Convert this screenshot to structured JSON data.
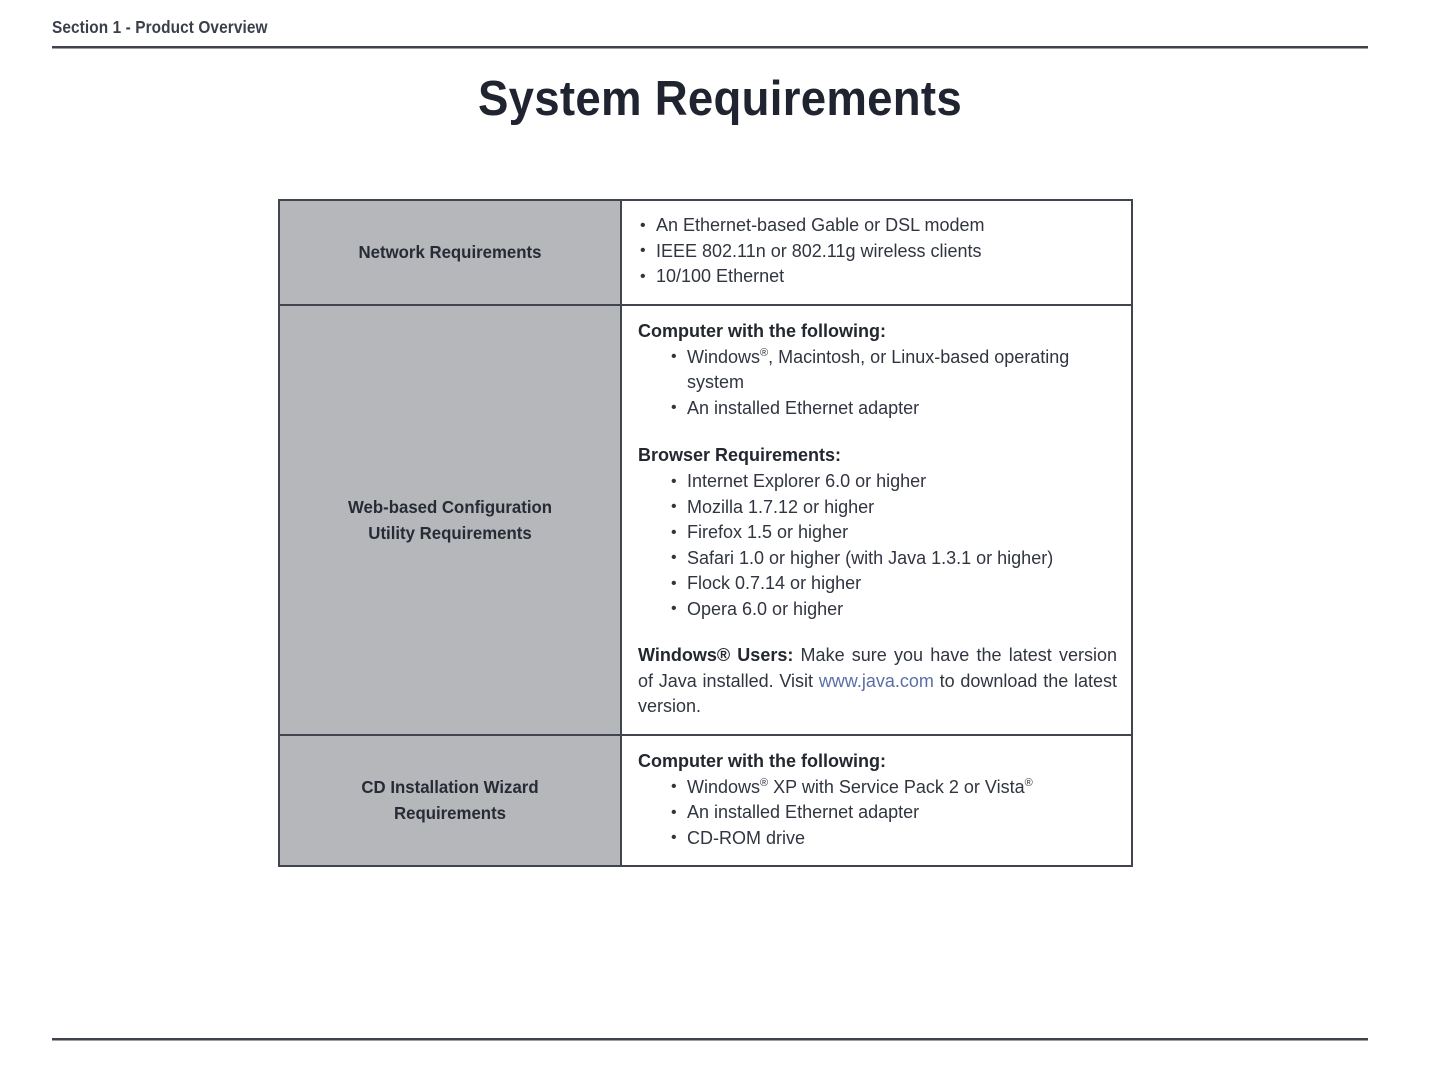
{
  "header": {
    "section_label": "Section 1 - Product Overview"
  },
  "title": "System Requirements",
  "table": {
    "rows": [
      {
        "label": "Network Requirements",
        "blocks": [
          {
            "heading": null,
            "indented": false,
            "bullets": [
              "An Ethernet-based Gable or DSL modem",
              "IEEE 802.11n or 802.11g wireless clients",
              "10/100 Ethernet"
            ]
          }
        ]
      },
      {
        "label_line1": "Web-based Configuration",
        "label_line2": "Utility Requirements",
        "blocks": [
          {
            "heading": "Computer with the following:",
            "indented": true,
            "bullets_html": [
              "Windows<sup class=\"reg\">®</sup>, Macintosh, or Linux-based operating system",
              "An installed Ethernet adapter"
            ]
          },
          {
            "heading": "Browser Requirements:",
            "indented": true,
            "bullets": [
              "Internet Explorer 6.0 or higher",
              "Mozilla 1.7.12 or higher",
              "Firefox 1.5 or higher",
              "Safari 1.0 or higher (with Java 1.3.1 or higher)",
              "Flock 0.7.14 or higher",
              "Opera 6.0 or higher"
            ]
          }
        ],
        "note": {
          "lead": "Windows® Users:",
          "text_before": " Make sure you have the latest version of Java installed. Visit ",
          "link": "www.java.com",
          "text_after": " to download the latest version."
        }
      },
      {
        "label_line1": "CD Installation Wizard",
        "label_line2": "Requirements",
        "blocks": [
          {
            "heading": "Computer with the following:",
            "indented": true,
            "bullets_html": [
              "Windows<sup class=\"reg\">®</sup> XP with Service Pack 2 or Vista<sup class=\"reg\">®</sup>",
              "An installed Ethernet adapter",
              "CD-ROM drive"
            ]
          }
        ]
      }
    ]
  },
  "colors": {
    "label_cell_fill": "#b6b7ba",
    "border": "#41454d",
    "link": "#5a6fa8",
    "title": "#1f2430",
    "body_text": "#303540"
  }
}
